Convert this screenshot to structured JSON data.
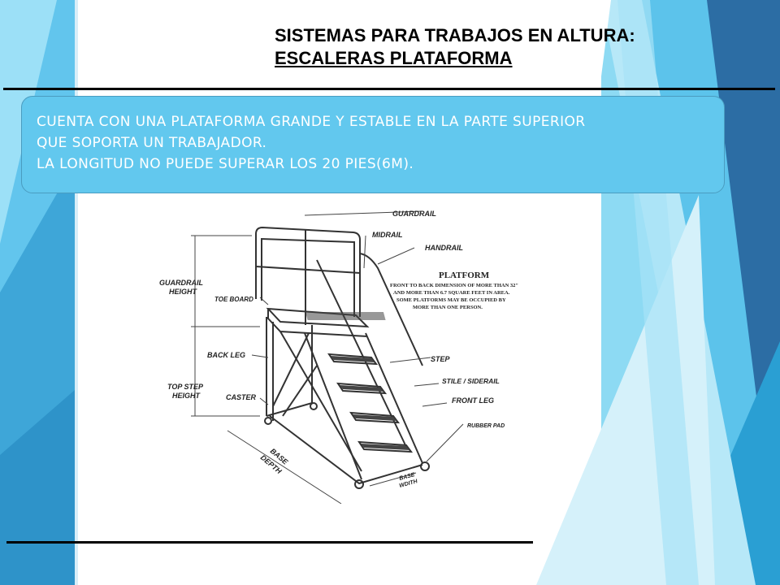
{
  "title": {
    "line1": "SISTEMAS PARA TRABAJOS EN ALTURA:",
    "line2": "ESCALERAS PLATAFORMA"
  },
  "callout": {
    "line1": "CUENTA CON UNA PLATAFORMA GRANDE Y  ESTABLE EN LA PARTE SUPERIOR",
    "line2": "QUE SOPORTA  UN TRABAJADOR.",
    "line3": "LA LONGITUD NO PUEDE SUPERAR LOS 20 PIES(6M)."
  },
  "diagram": {
    "labels": {
      "guardrail": "GUARDRAIL",
      "midrail": "MIDRAIL",
      "handrail": "HANDRAIL",
      "platform_title": "PLATFORM",
      "platform_desc_1": "FRONT TO BACK DIMENSION OF MORE THAN 32\"",
      "platform_desc_2": "AND MORE THAN 6.7 SQUARE FEET IN AREA.",
      "platform_desc_3": "SOME PLATFORMS MAY BE OCCUPIED BY",
      "platform_desc_4": "MORE THAN ONE PERSON.",
      "guardrail_height_1": "GUARDRAIL",
      "guardrail_height_2": "HEIGHT",
      "toe_board": "TOE BOARD",
      "back_leg": "BACK LEG",
      "step": "STEP",
      "top_step_height_1": "TOP STEP",
      "top_step_height_2": "HEIGHT",
      "stile_siderail": "STILE / SIDERAIL",
      "caster": "CASTER",
      "front_leg": "FRONT LEG",
      "rubber_pad": "RUBBER PAD",
      "base_depth_1": "BASE",
      "base_depth_2": "DEPTH",
      "base_width_1": "BASE",
      "base_width_2": "WDITH"
    }
  },
  "colors": {
    "callout_bg": "#62c8ee",
    "accent_light": "#8fd8f4",
    "accent_mid": "#3fa7d9",
    "accent_dark": "#2b6fa3"
  }
}
